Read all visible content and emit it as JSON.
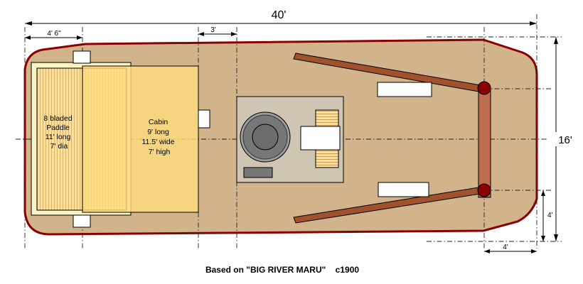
{
  "dimensions": {
    "overall_length": "40'",
    "overall_width": "16'",
    "paddle_offset": "4' 6\"",
    "cabin_gap": "3'",
    "stern_offset_horizontal": "4'",
    "stern_offset_vertical": "4'"
  },
  "paddle": {
    "lines": [
      "8 bladed",
      "Paddle",
      "11' long",
      "7' dia"
    ]
  },
  "cabin": {
    "lines": [
      "Cabin",
      "9' long",
      "11.5' wide",
      "7' high"
    ]
  },
  "caption": "Based on \"BIG RIVER MARU\"    c1900",
  "colors": {
    "hull_fill": "#d2b48c",
    "hull_outline": "#8b0000",
    "paddle_fill": "#fbe1a0",
    "paddle_frame": "#fdf2c4",
    "cabin_fill": "#fcdc7c",
    "engine_fill": "#cfc5b3",
    "boom_fill": "#a0522d",
    "post_fill": "#8b0000",
    "crossbar_fill": "#bc6e4e"
  }
}
